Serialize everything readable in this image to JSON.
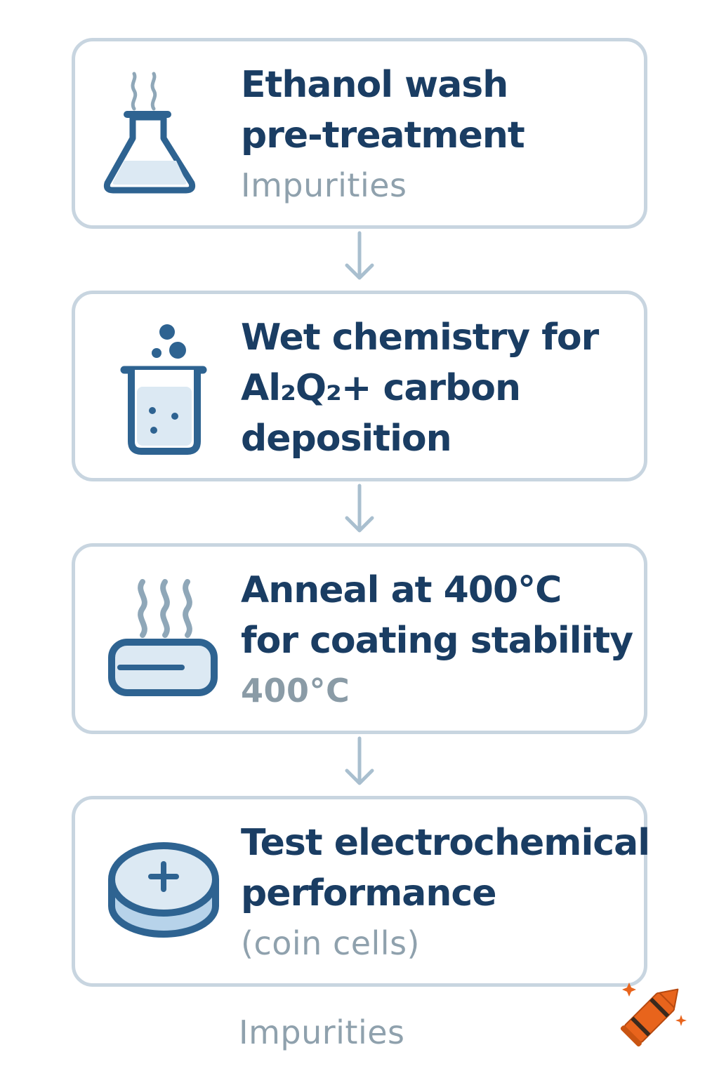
{
  "steps": [
    {
      "icon": "erlenmeyer-flask-icon",
      "title_lines": [
        "Ethanol wash",
        "pre-treatment"
      ],
      "note": "Impurities"
    },
    {
      "icon": "beaker-bubbles-icon",
      "title_lines": [
        "Wet chemistry for",
        "Al₂Q₂+ carbon",
        "deposition"
      ]
    },
    {
      "icon": "heating-plate-icon",
      "title_lines": [
        "Anneal at 400°C",
        "for coating stability"
      ],
      "note": "400°C"
    },
    {
      "icon": "coin-cell-icon",
      "title_lines": [
        "Test electrochemical",
        "performance"
      ],
      "note": "(coin cells)"
    }
  ],
  "footer_label": "Impurities",
  "colors": {
    "title": "#1a3d63",
    "icon_stroke": "#2e6391",
    "icon_fill": "#dce9f3",
    "muted_text": "#8fa1ad",
    "card_border": "#c8d5e0",
    "arrow": "#a9bfcf",
    "crayon": "#e8641c"
  }
}
